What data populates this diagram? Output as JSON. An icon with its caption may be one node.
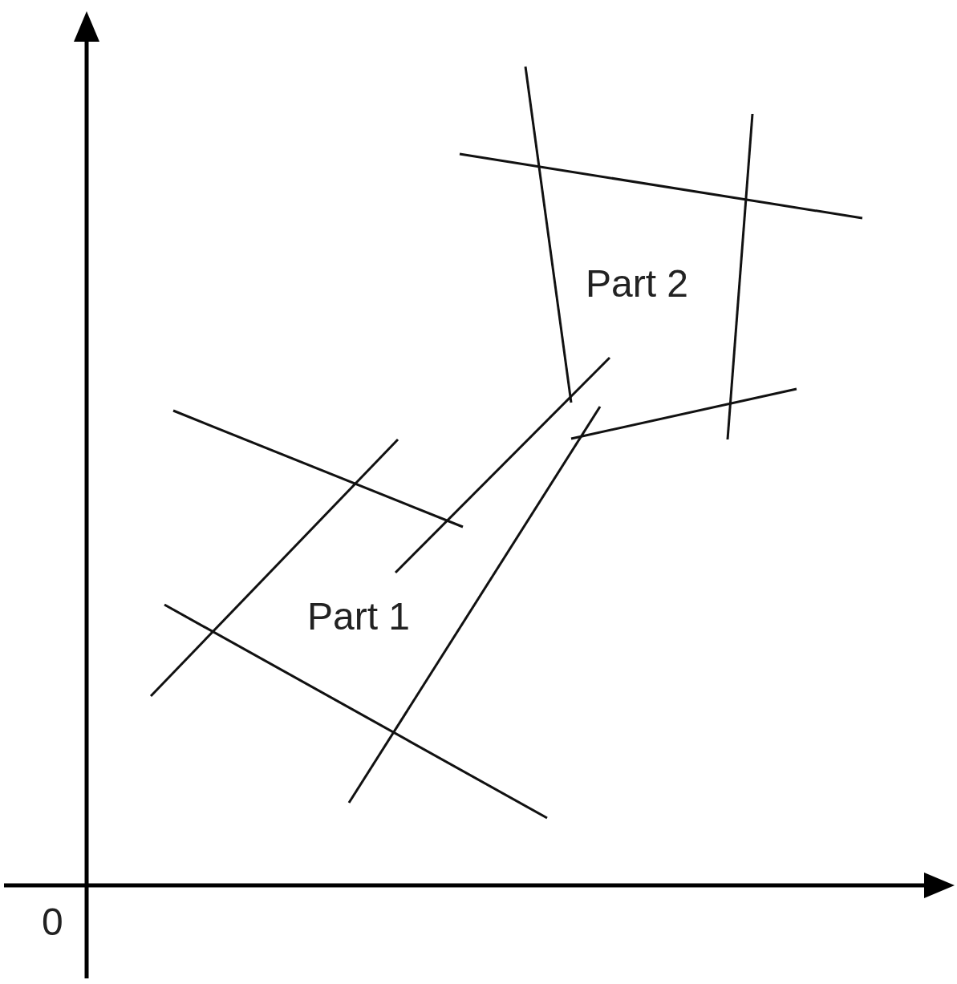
{
  "diagram": {
    "labels": [
      "Part 2",
      "Part 1",
      "0"
    ]
  }
}
